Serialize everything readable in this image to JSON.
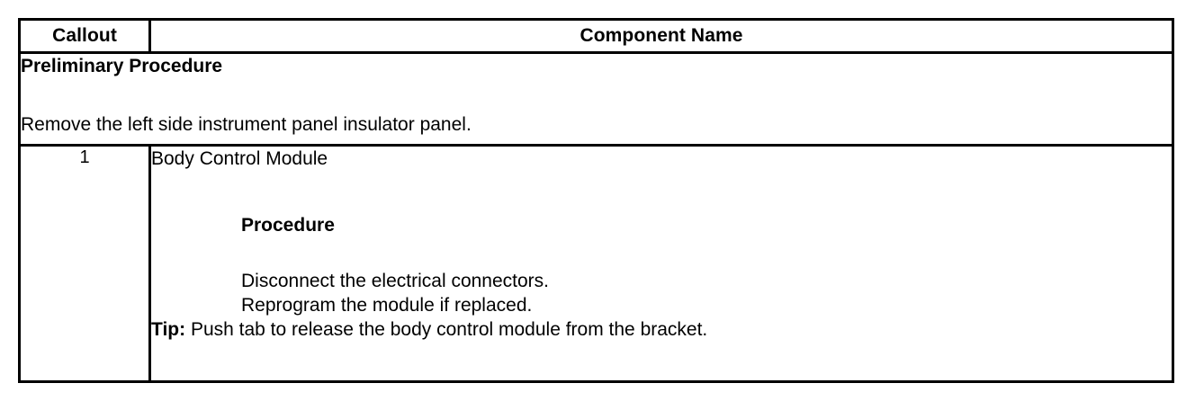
{
  "table": {
    "headers": {
      "callout": "Callout",
      "component_name": "Component Name"
    },
    "preliminary": {
      "title": "Preliminary Procedure",
      "steps": [
        "Remove the left side instrument panel insulator panel."
      ]
    },
    "rows": [
      {
        "callout": "1",
        "component_name": "Body Control Module",
        "procedure_heading": "Procedure",
        "procedure_steps": [
          "Disconnect the electrical connectors.",
          "Reprogram the module if replaced."
        ],
        "tip": {
          "label": "Tip:",
          "text": " Push tab to release the body control module from the bracket."
        }
      }
    ]
  },
  "style": {
    "text_color": "#000000",
    "border_color": "#000000",
    "background": "#ffffff"
  }
}
